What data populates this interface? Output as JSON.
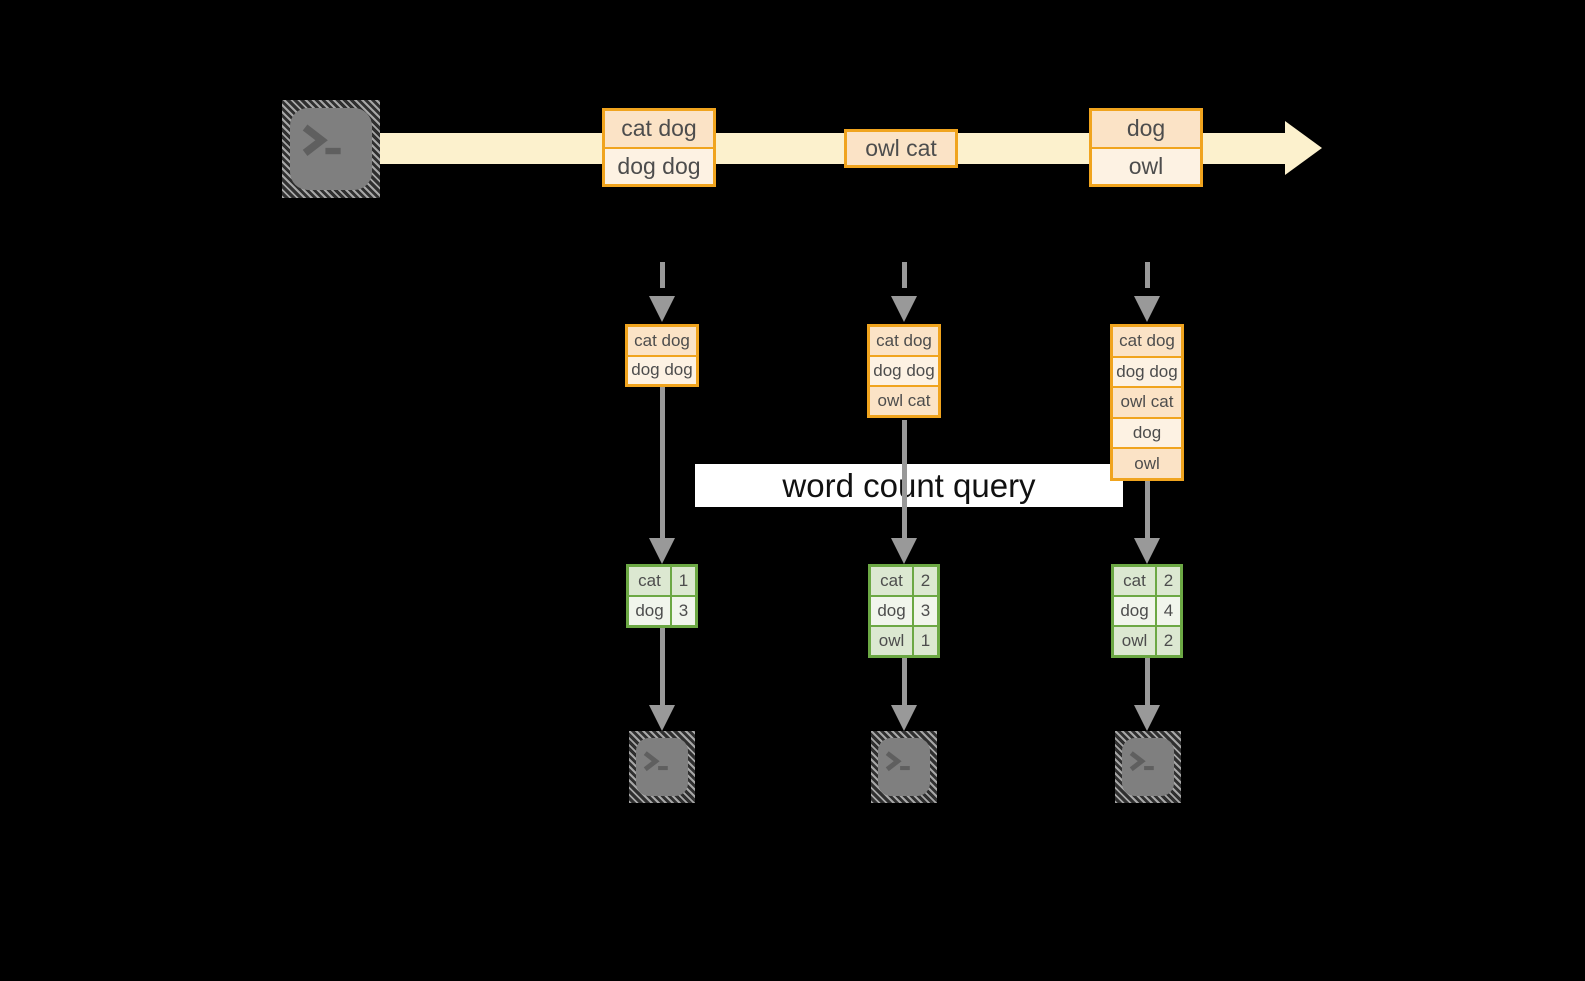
{
  "palette": {
    "bg": "#000000",
    "stream": "#fcf1cd",
    "row-dark": "#fbe3c6",
    "row-light": "#fdf2e3",
    "orange": "#f0a41e",
    "green": "#6ca844",
    "gcell-dark": "#dce8d1",
    "gcell-light": "#f1f5ec",
    "arrow-gray": "#999999",
    "term-fill": "#7f7f7f",
    "term-glyph": "#5f5f5f",
    "box-text": "#4d4d4d",
    "label-text": "#111111",
    "label-bg": "#ffffff"
  },
  "label": {
    "query": "word count query"
  },
  "icons": {
    "terminal": "terminal-prompt"
  },
  "timeline": {
    "batches": [
      {
        "rows": [
          "cat dog",
          "dog dog"
        ]
      },
      {
        "rows": [
          "owl cat"
        ]
      },
      {
        "rows": [
          "dog",
          "owl"
        ]
      }
    ]
  },
  "columns": [
    {
      "buffer": [
        "cat dog",
        "dog dog"
      ],
      "counts": [
        {
          "word": "cat",
          "count": "1"
        },
        {
          "word": "dog",
          "count": "3"
        }
      ]
    },
    {
      "buffer": [
        "cat dog",
        "dog dog",
        "owl cat"
      ],
      "counts": [
        {
          "word": "cat",
          "count": "2"
        },
        {
          "word": "dog",
          "count": "3"
        },
        {
          "word": "owl",
          "count": "1"
        }
      ]
    },
    {
      "buffer": [
        "cat dog",
        "dog dog",
        "owl cat",
        "dog",
        "owl"
      ],
      "counts": [
        {
          "word": "cat",
          "count": "2"
        },
        {
          "word": "dog",
          "count": "4"
        },
        {
          "word": "owl",
          "count": "2"
        }
      ]
    }
  ]
}
